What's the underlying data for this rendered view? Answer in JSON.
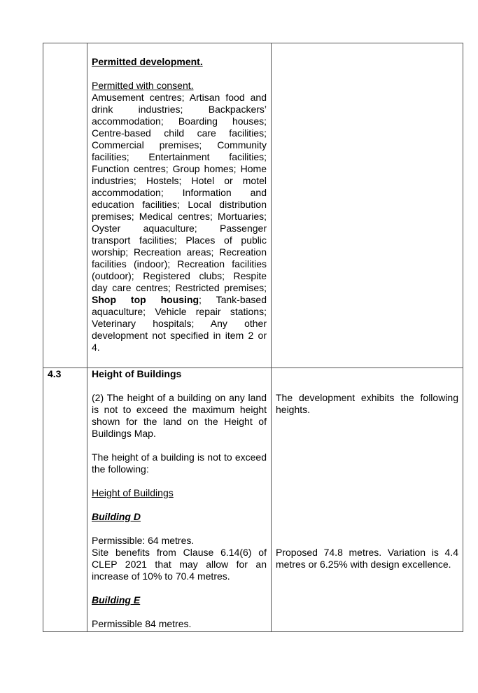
{
  "row1": {
    "heading": "Permitted development.",
    "consent_label": "Permitted with consent.",
    "uses_plain": "Amusement centres; Artisan food and drink industries; Backpackers’ accommodation; Boarding houses; Centre-based child care facilities; Commercial premises; Community facilities; Entertainment facilities; Function centres; Group homes; Home industries; Hostels; Hotel or motel accommodation; Information and education facilities; Local distribution premises; Medical centres; Mortuaries; Oyster aquaculture; Passenger transport facilities; Places of public worship; Recreation areas; Recreation facilities (indoor); Recreation facilities (outdoor); Registered clubs; Respite day care centres; Restricted premises;",
    "uses_bold": "Shop top housing",
    "uses_tail": "; Tank-based aquaculture; Vehicle repair stations; Veterinary hospitals; Any other development not specified in item 2 or 4."
  },
  "row2": {
    "number": "4.3",
    "title": "Height of Buildings",
    "clause": "(2) The height of a building on any land is not to exceed the maximum height shown for the land on the Height of Buildings Map.",
    "limit_intro": "The height of a building is not to exceed the following:",
    "sub_heading": "Height of Buildings",
    "building_d": {
      "label": "Building D",
      "permissible": "Permissible: 64 metres.",
      "benefit": "Site benefits from Clause 6.14(6) of CLEP 2021 that may allow for an increase of 10% to 70.4 metres."
    },
    "building_e": {
      "label": "Building E",
      "permissible": "Permissible 84 metres."
    },
    "comment_intro": "The development exhibits the following heights.",
    "comment_d": "Proposed 74.8 metres. Variation is 4.4 metres or 6.25% with design excellence."
  }
}
